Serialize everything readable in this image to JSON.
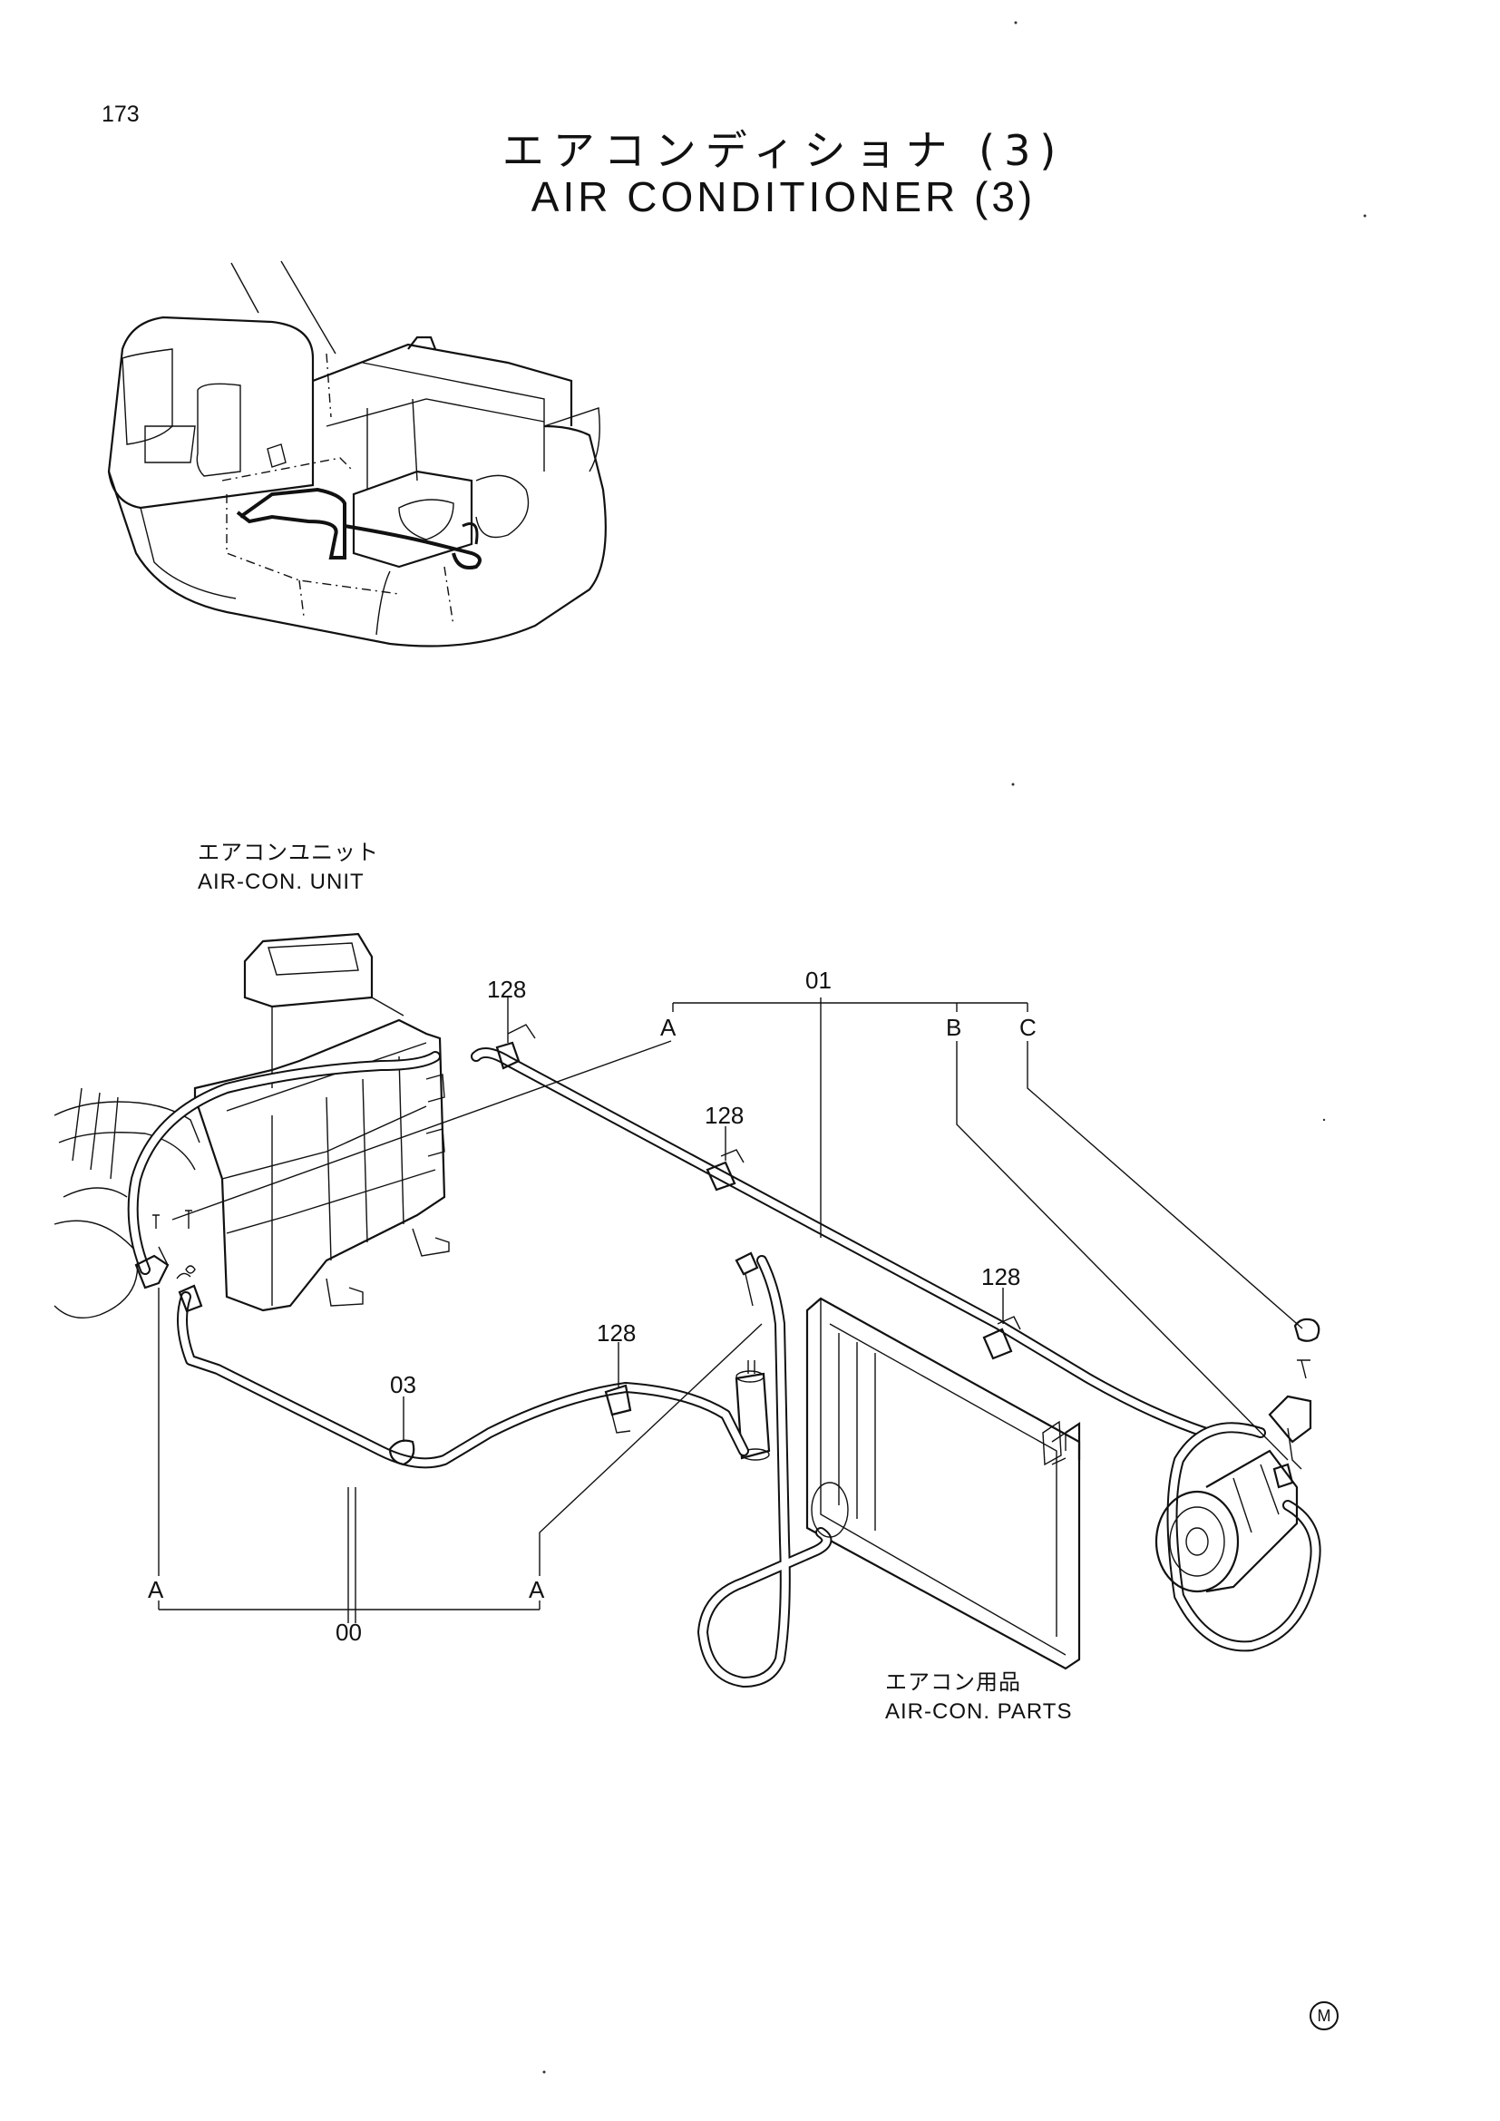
{
  "page_number": "173",
  "title": {
    "jp": "エアコンディショナ (3)",
    "en": "AIR CONDITIONER (3)"
  },
  "captions": {
    "unit_jp": "エアコンユニット",
    "unit_en": "AIR-CON. UNIT",
    "parts_jp": "エアコン用品",
    "parts_en": "AIR-CON. PARTS"
  },
  "callouts": {
    "c128_a": "128",
    "c128_b": "128",
    "c128_c": "128",
    "c128_d": "128",
    "c01": "01",
    "c03": "03",
    "c00": "00"
  },
  "connection_marks": {
    "a_top": "A",
    "b_top": "B",
    "c_top": "C",
    "a_bottom_left": "A",
    "a_bottom_right": "A"
  },
  "corner_mark": "M"
}
